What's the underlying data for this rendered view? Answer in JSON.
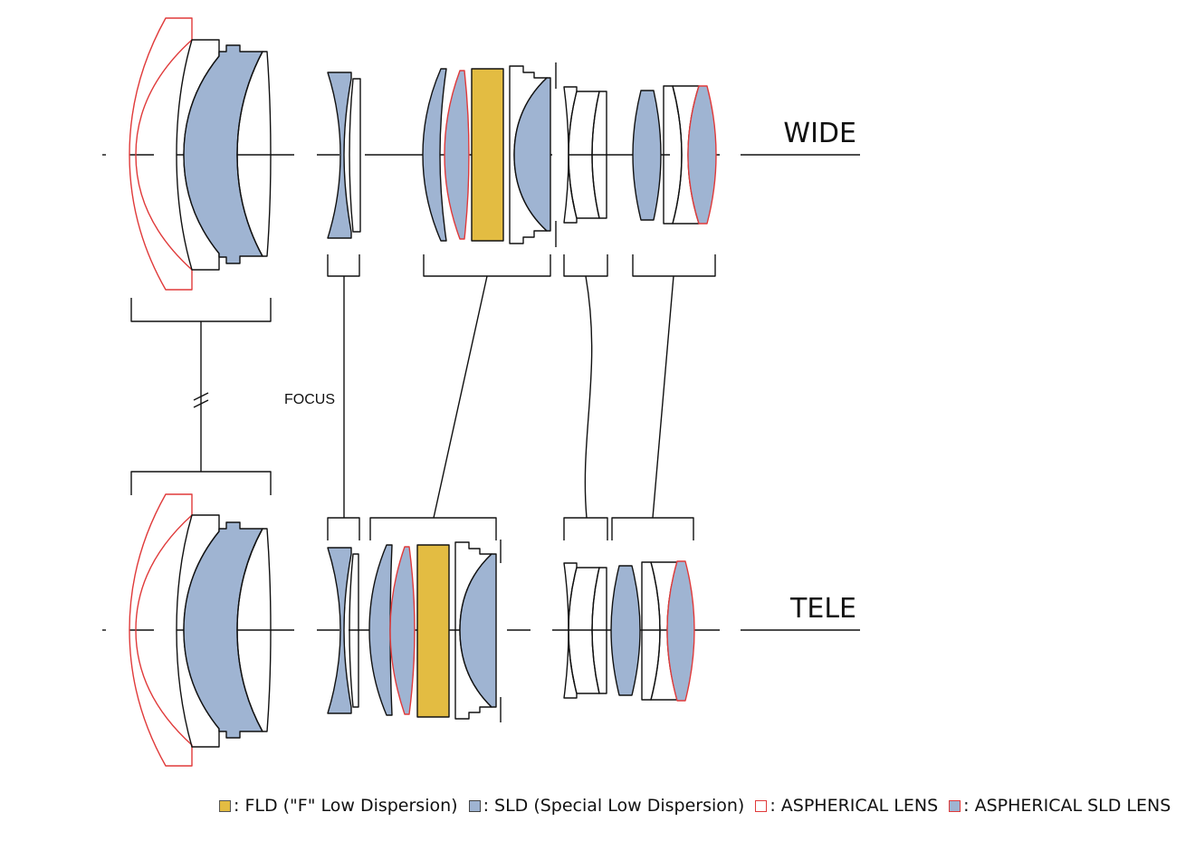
{
  "labels": {
    "wide": "WIDE",
    "tele": "TELE",
    "focus": "FOCUS"
  },
  "legend": [
    {
      "key": "fld",
      "text": ": FLD (\"F\" Low Dispersion)"
    },
    {
      "key": "sld",
      "text": ": SLD (Special Low Dispersion)"
    },
    {
      "key": "asp",
      "text": ": ASPHERICAL LENS"
    },
    {
      "key": "aspsld",
      "text": ": ASPHERICAL SLD LENS"
    }
  ],
  "colors": {
    "fld": "#e3bc42",
    "sld": "#9fb4d2",
    "aspherical_outline": "#e03a3a",
    "outline": "#111111"
  }
}
